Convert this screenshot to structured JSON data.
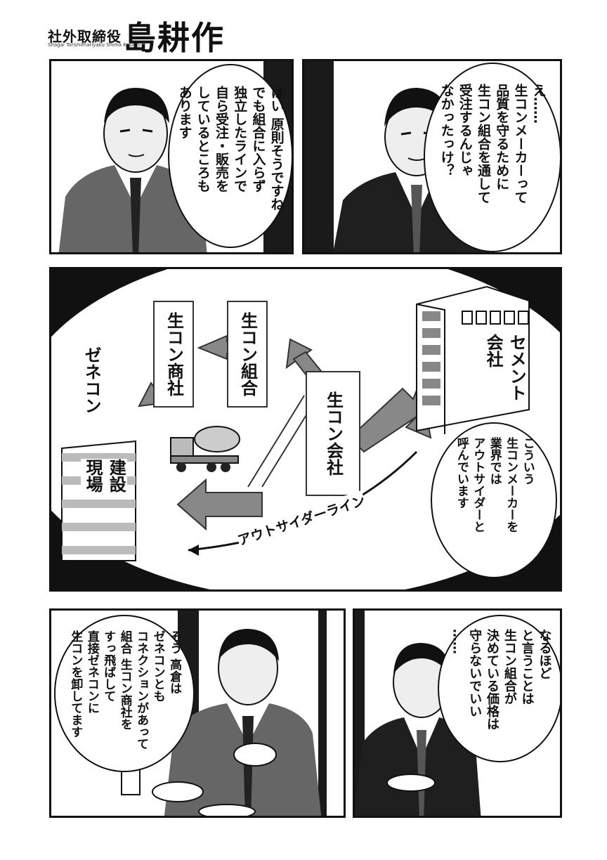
{
  "header": {
    "series_title": "社外取締役",
    "series_subtitle": "Shagai Torishimariyaku Shima Kosaku",
    "logo_text": "島耕作"
  },
  "panel1": {
    "right_bubble": "え……\n生コンメーカーって\n品質を守るために\n生コン組合を通して\n受注するんじゃ\nなかったっけ？",
    "left_bubble": "はい 原則そうですね\nでも組合に入らず\n独立したラインで\n自ら受注・販売を\nしているところも\nあります"
  },
  "panel2": {
    "cement_company": "セメント\n会社",
    "namacon_company": "生コン会社",
    "namacon_union": "生コン組合",
    "namacon_trader": "生コン商社",
    "general_contractor": "ゼネコン",
    "construction_site": "建設\n現場",
    "outsider_line": "アウトサイダーライン",
    "bubble": "こういう\n生コンメーカーを\n業界では\nアウトサイダーと\n呼んでいます"
  },
  "panel3": {
    "left_bubble": "そう 高倉は\nゼネコンとも\nコネクションがあって\n組合 生コン商社を\nすっ飛ばして\n直接ゼネコンに\n生コンを卸してます",
    "right_bubble": "なるほど\nと言うことは\n生コン組合が\n決めている価格は\n守らないでいい\n……"
  }
}
